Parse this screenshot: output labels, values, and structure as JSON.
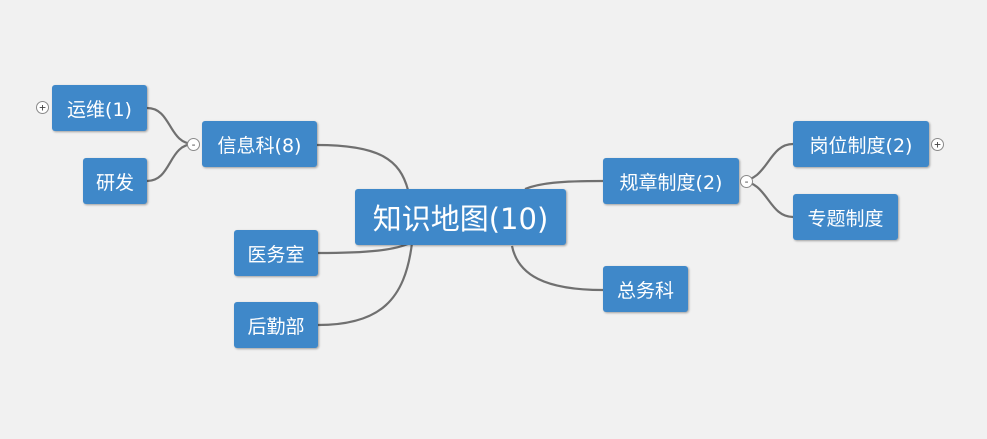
{
  "mindmap": {
    "root": {
      "label": "知识地图(10)"
    },
    "nodes": {
      "xinxike": {
        "label": "信息科(8)",
        "toggle": "-"
      },
      "yunwei": {
        "label": "运维(1)",
        "toggle": "+"
      },
      "yanfa": {
        "label": "研发"
      },
      "yiwushi": {
        "label": "医务室"
      },
      "houqinbu": {
        "label": "后勤部"
      },
      "guizhang": {
        "label": "规章制度(2)",
        "toggle": "-"
      },
      "gangwei": {
        "label": "岗位制度(2)",
        "toggle": "+"
      },
      "zhuanti": {
        "label": "专题制度"
      },
      "zongwuke": {
        "label": "总务科"
      }
    }
  },
  "colors": {
    "background": "#f1f1f1",
    "node": "#3f88c9",
    "node_text": "#ffffff",
    "connector": "#707070"
  }
}
